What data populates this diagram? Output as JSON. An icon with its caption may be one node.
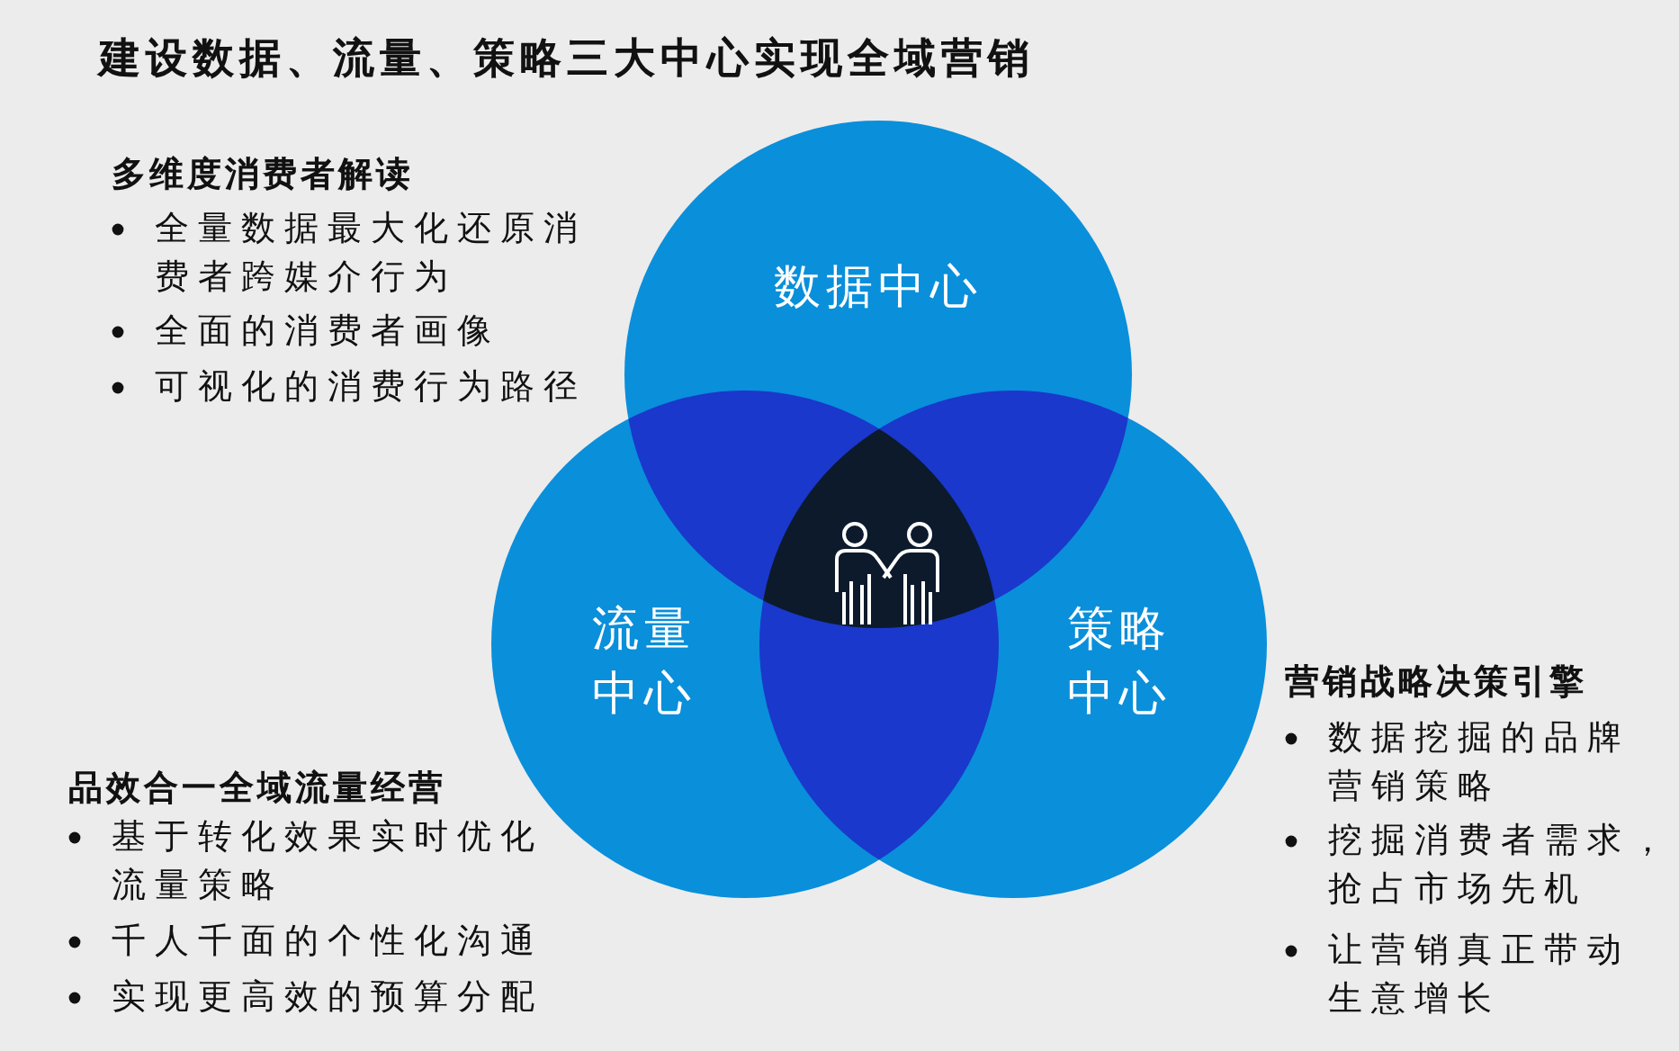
{
  "diagram": {
    "title": "建设数据、流量、策略三大中心实现全域营销",
    "nodes": [
      {
        "text": [
          "数据中心"
        ]
      },
      {
        "text": [
          "流量中心"
        ]
      },
      {
        "text": [
          "策略中心"
        ]
      }
    ],
    "labels": [
      "多维度消费者解读",
      "全量数据最大化还原消费者跨媒介行为",
      "全面的消费者画像",
      "可视化的消费行为路径",
      "营销战略决策引擎",
      "数据挖掘的品牌营销策略",
      "挖掘消费者需求，抢占市场先机",
      "让营销真正带动生意增长",
      "品效合一全域流量经营",
      "基于转化效果实时优化流量策略",
      "千人千面的个性化沟通",
      "实现更高效的预算分配"
    ]
  }
}
